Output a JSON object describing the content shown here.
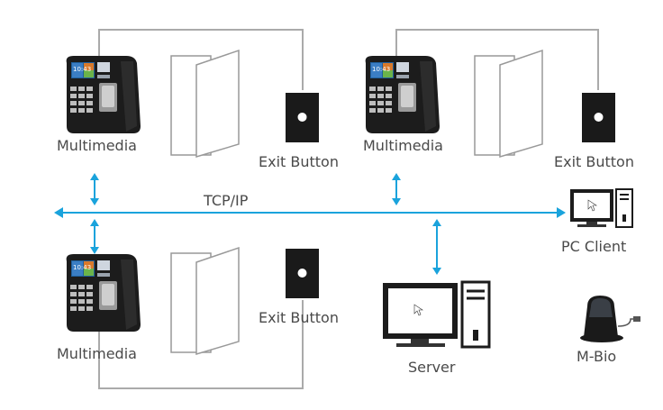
{
  "labels": {
    "network": "TCP/IP",
    "terminal_1": "Multimedia",
    "terminal_2": "Multimedia",
    "terminal_3": "Multimedia",
    "exit_1": "Exit Button",
    "exit_2": "Exit Button",
    "exit_3": "Exit Button",
    "pc_client": "PC Client",
    "server": "Server",
    "m_bio": "M-Bio",
    "screen_time": "10:43"
  },
  "colors": {
    "network_line": "#1aa3dc",
    "wire": "#aaaaaa",
    "device_body": "#1c1c1c",
    "label_text": "#4a4a4a"
  },
  "icons": [
    "terminal-icon",
    "door-icon",
    "exit-button-icon",
    "computer-icon",
    "fingerprint-scanner-icon",
    "cursor-icon"
  ]
}
